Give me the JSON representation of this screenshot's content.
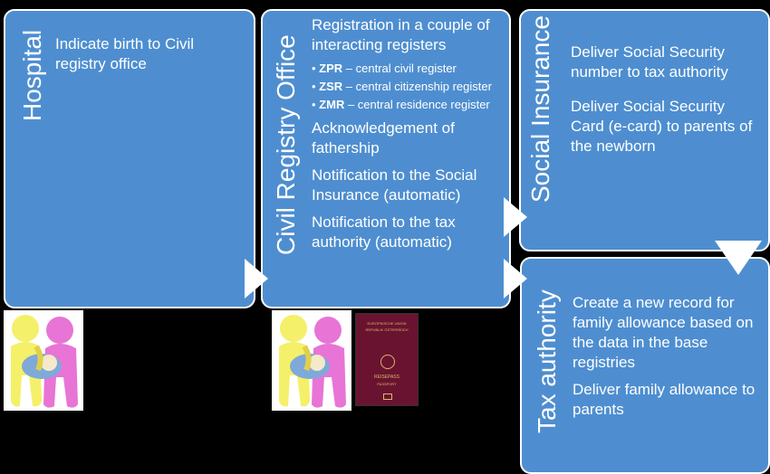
{
  "hospital": {
    "title": "Hospital",
    "text": "Indicate birth to Civil registry office"
  },
  "civil": {
    "title": "Civil Registry Office",
    "intro": "Registration in a couple of interacting registers",
    "registers": [
      {
        "abbr": "ZPR",
        "desc": " – central civil register"
      },
      {
        "abbr": "ZSR",
        "desc": " – central citizenship register"
      },
      {
        "abbr": "ZMR",
        "desc": " – central residence register"
      }
    ],
    "items": [
      "Acknowledgement of fathership",
      "Notification to the Social Insurance (automatic)",
      "Notification to the tax authority (automatic)"
    ]
  },
  "social": {
    "title": "Social Insurance",
    "items": [
      "Deliver Social Security number to tax authority",
      "Deliver Social Security Card (e-card) to parents of the newborn"
    ]
  },
  "tax": {
    "title": "Tax authority",
    "items": [
      "Create a new record for family allowance based on the data in the base registries",
      "Deliver family allowance to parents"
    ]
  },
  "passport": {
    "line1": "EUROPÄISCHE UNION",
    "line2": "REPUBLIK ÖSTERREICH",
    "line3": "REISEPASS",
    "line4": "PASSPORT"
  },
  "colors": {
    "box": "#4e8ed0",
    "background": "#000000",
    "passport": "#6a1330"
  }
}
